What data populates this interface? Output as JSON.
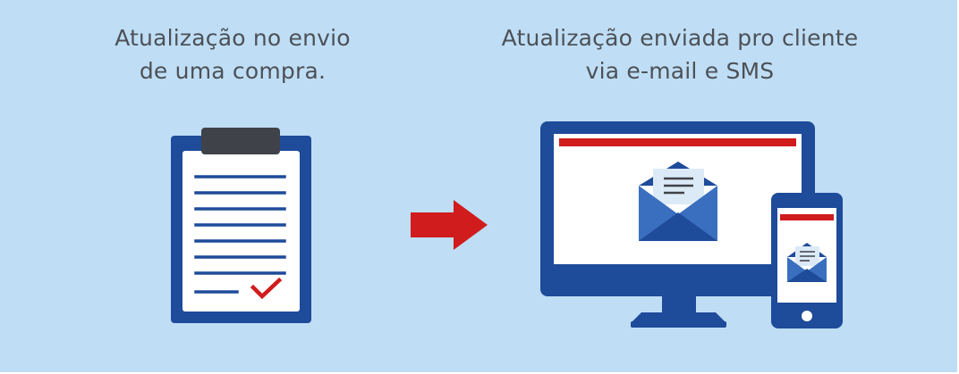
{
  "captions": {
    "left": {
      "line1": "Atualização no envio",
      "line2": "de uma compra."
    },
    "right": {
      "line1": "Atualização enviada pro cliente",
      "line2": "via e-mail e SMS"
    }
  },
  "colors": {
    "background": "#bfdef6",
    "caption_text": "#4d5156",
    "dark_blue": "#1e4b9a",
    "mid_blue": "#3a6fbf",
    "light_blue": "#dceaf7",
    "red": "#d01c1c",
    "dark_gray": "#3f4248",
    "white": "#ffffff"
  },
  "icons": {
    "clipboard": "clipboard-icon",
    "checkmark": "checkmark-icon",
    "arrow": "arrow-right-icon",
    "monitor": "monitor-icon",
    "envelope": "envelope-icon",
    "smartphone": "smartphone-icon"
  }
}
